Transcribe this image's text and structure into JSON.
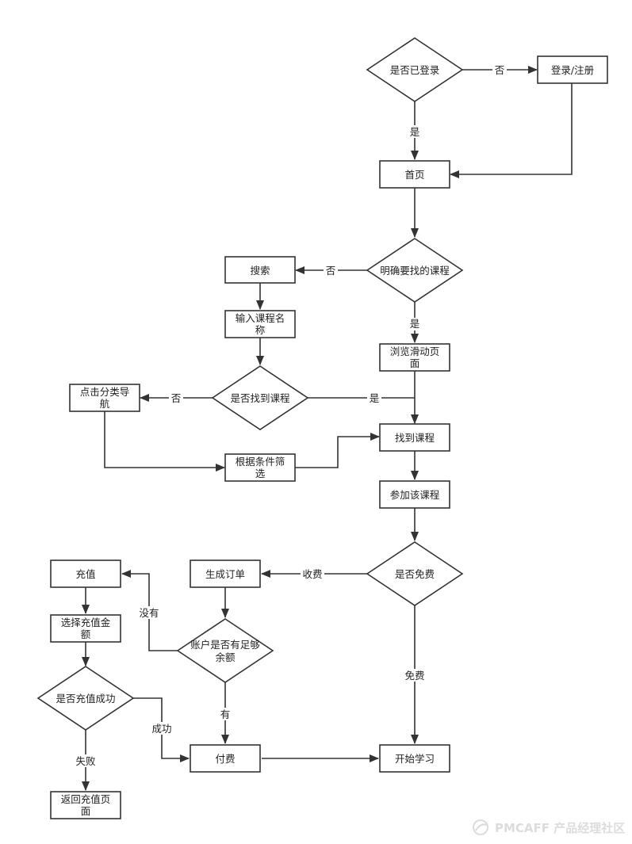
{
  "flowchart": {
    "nodes": {
      "q_logged_in": "是否已登录",
      "login": "登录/注册",
      "home": "首页",
      "q_course_known": "明确要找的课程",
      "search": "搜索",
      "input_name": [
        "输入课程名",
        "称"
      ],
      "browse": [
        "浏览滑动页",
        "面"
      ],
      "q_found": "是否找到课程",
      "category_nav": [
        "点击分类导",
        "航"
      ],
      "filter": [
        "根据条件筛",
        "选"
      ],
      "found_course": "找到课程",
      "join_course": "参加该课程",
      "q_free": "是否免费",
      "create_order": "生成订单",
      "recharge": "充值",
      "choose_amount": [
        "选择充值金",
        "额"
      ],
      "q_balance": [
        "账户是否有足够",
        "余额"
      ],
      "q_recharge_ok": "是否充值成功",
      "pay": "付费",
      "start_learning": "开始学习",
      "back_recharge": [
        "返回充值页",
        "面"
      ]
    },
    "edge_labels": {
      "no_login": "否",
      "yes_home": "是",
      "no_search": "否",
      "yes_browse": "是",
      "no_category": "否",
      "yes_found": "是",
      "charge": "收费",
      "free": "免费",
      "no_balance": "没有",
      "has_balance": "有",
      "recharge_success": "成功",
      "recharge_fail": "失败"
    }
  },
  "watermark": {
    "text": "PMCAFF 产品经理社区"
  }
}
